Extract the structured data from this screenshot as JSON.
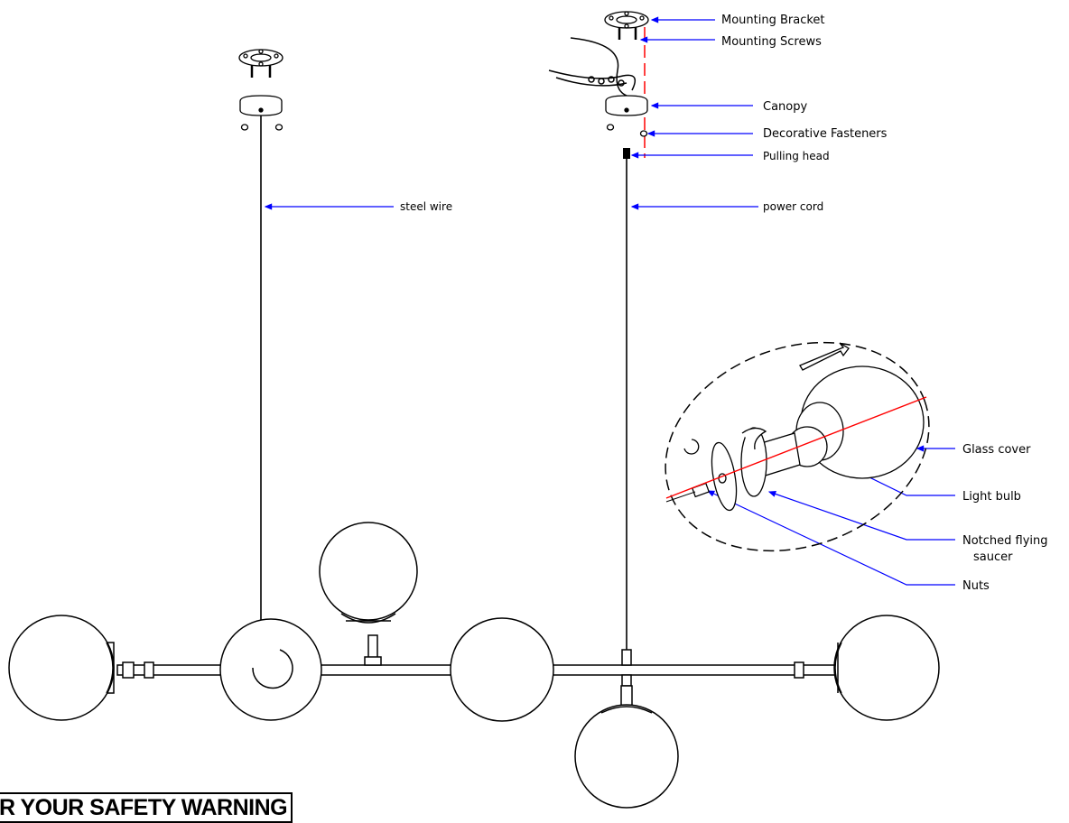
{
  "labels": {
    "mounting_bracket": "Mounting Bracket",
    "mounting_screws": "Mounting Screws",
    "canopy": "Canopy",
    "decorative_fasteners": "Decorative Fasteners",
    "pulling_head": "Pulling head",
    "steel_wire": "steel wire",
    "power_cord": "power cord",
    "glass_cover": "Glass cover",
    "light_bulb": "Light bulb",
    "notched_flying_saucer_1": "Notched flying",
    "notched_flying_saucer_2": "saucer",
    "nuts": "Nuts"
  },
  "warning": "OR YOUR SAFETY WARNING",
  "colors": {
    "line": "#000000",
    "leader": "#0000ff",
    "axis": "#ff0000"
  }
}
